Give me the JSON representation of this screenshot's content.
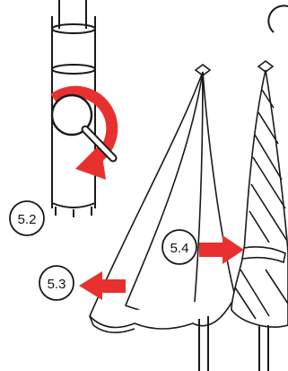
{
  "colors": {
    "line": "#1a1a1a",
    "arrow_red": "#e8312f",
    "background": "#ffffff",
    "canopy_fill": "#ffffff"
  },
  "steps": [
    {
      "id": "step-5-2",
      "label": "5.2"
    },
    {
      "id": "step-5-3",
      "label": "5.3"
    },
    {
      "id": "step-5-4",
      "label": "5.4"
    }
  ],
  "icons": {
    "rotate_arrow": "clockwise-rotate-arrow-icon",
    "push_arrow_left": "red-arrow-left-icon",
    "push_arrow_right": "red-arrow-right-icon",
    "magnifier": "magnifier-icon"
  }
}
